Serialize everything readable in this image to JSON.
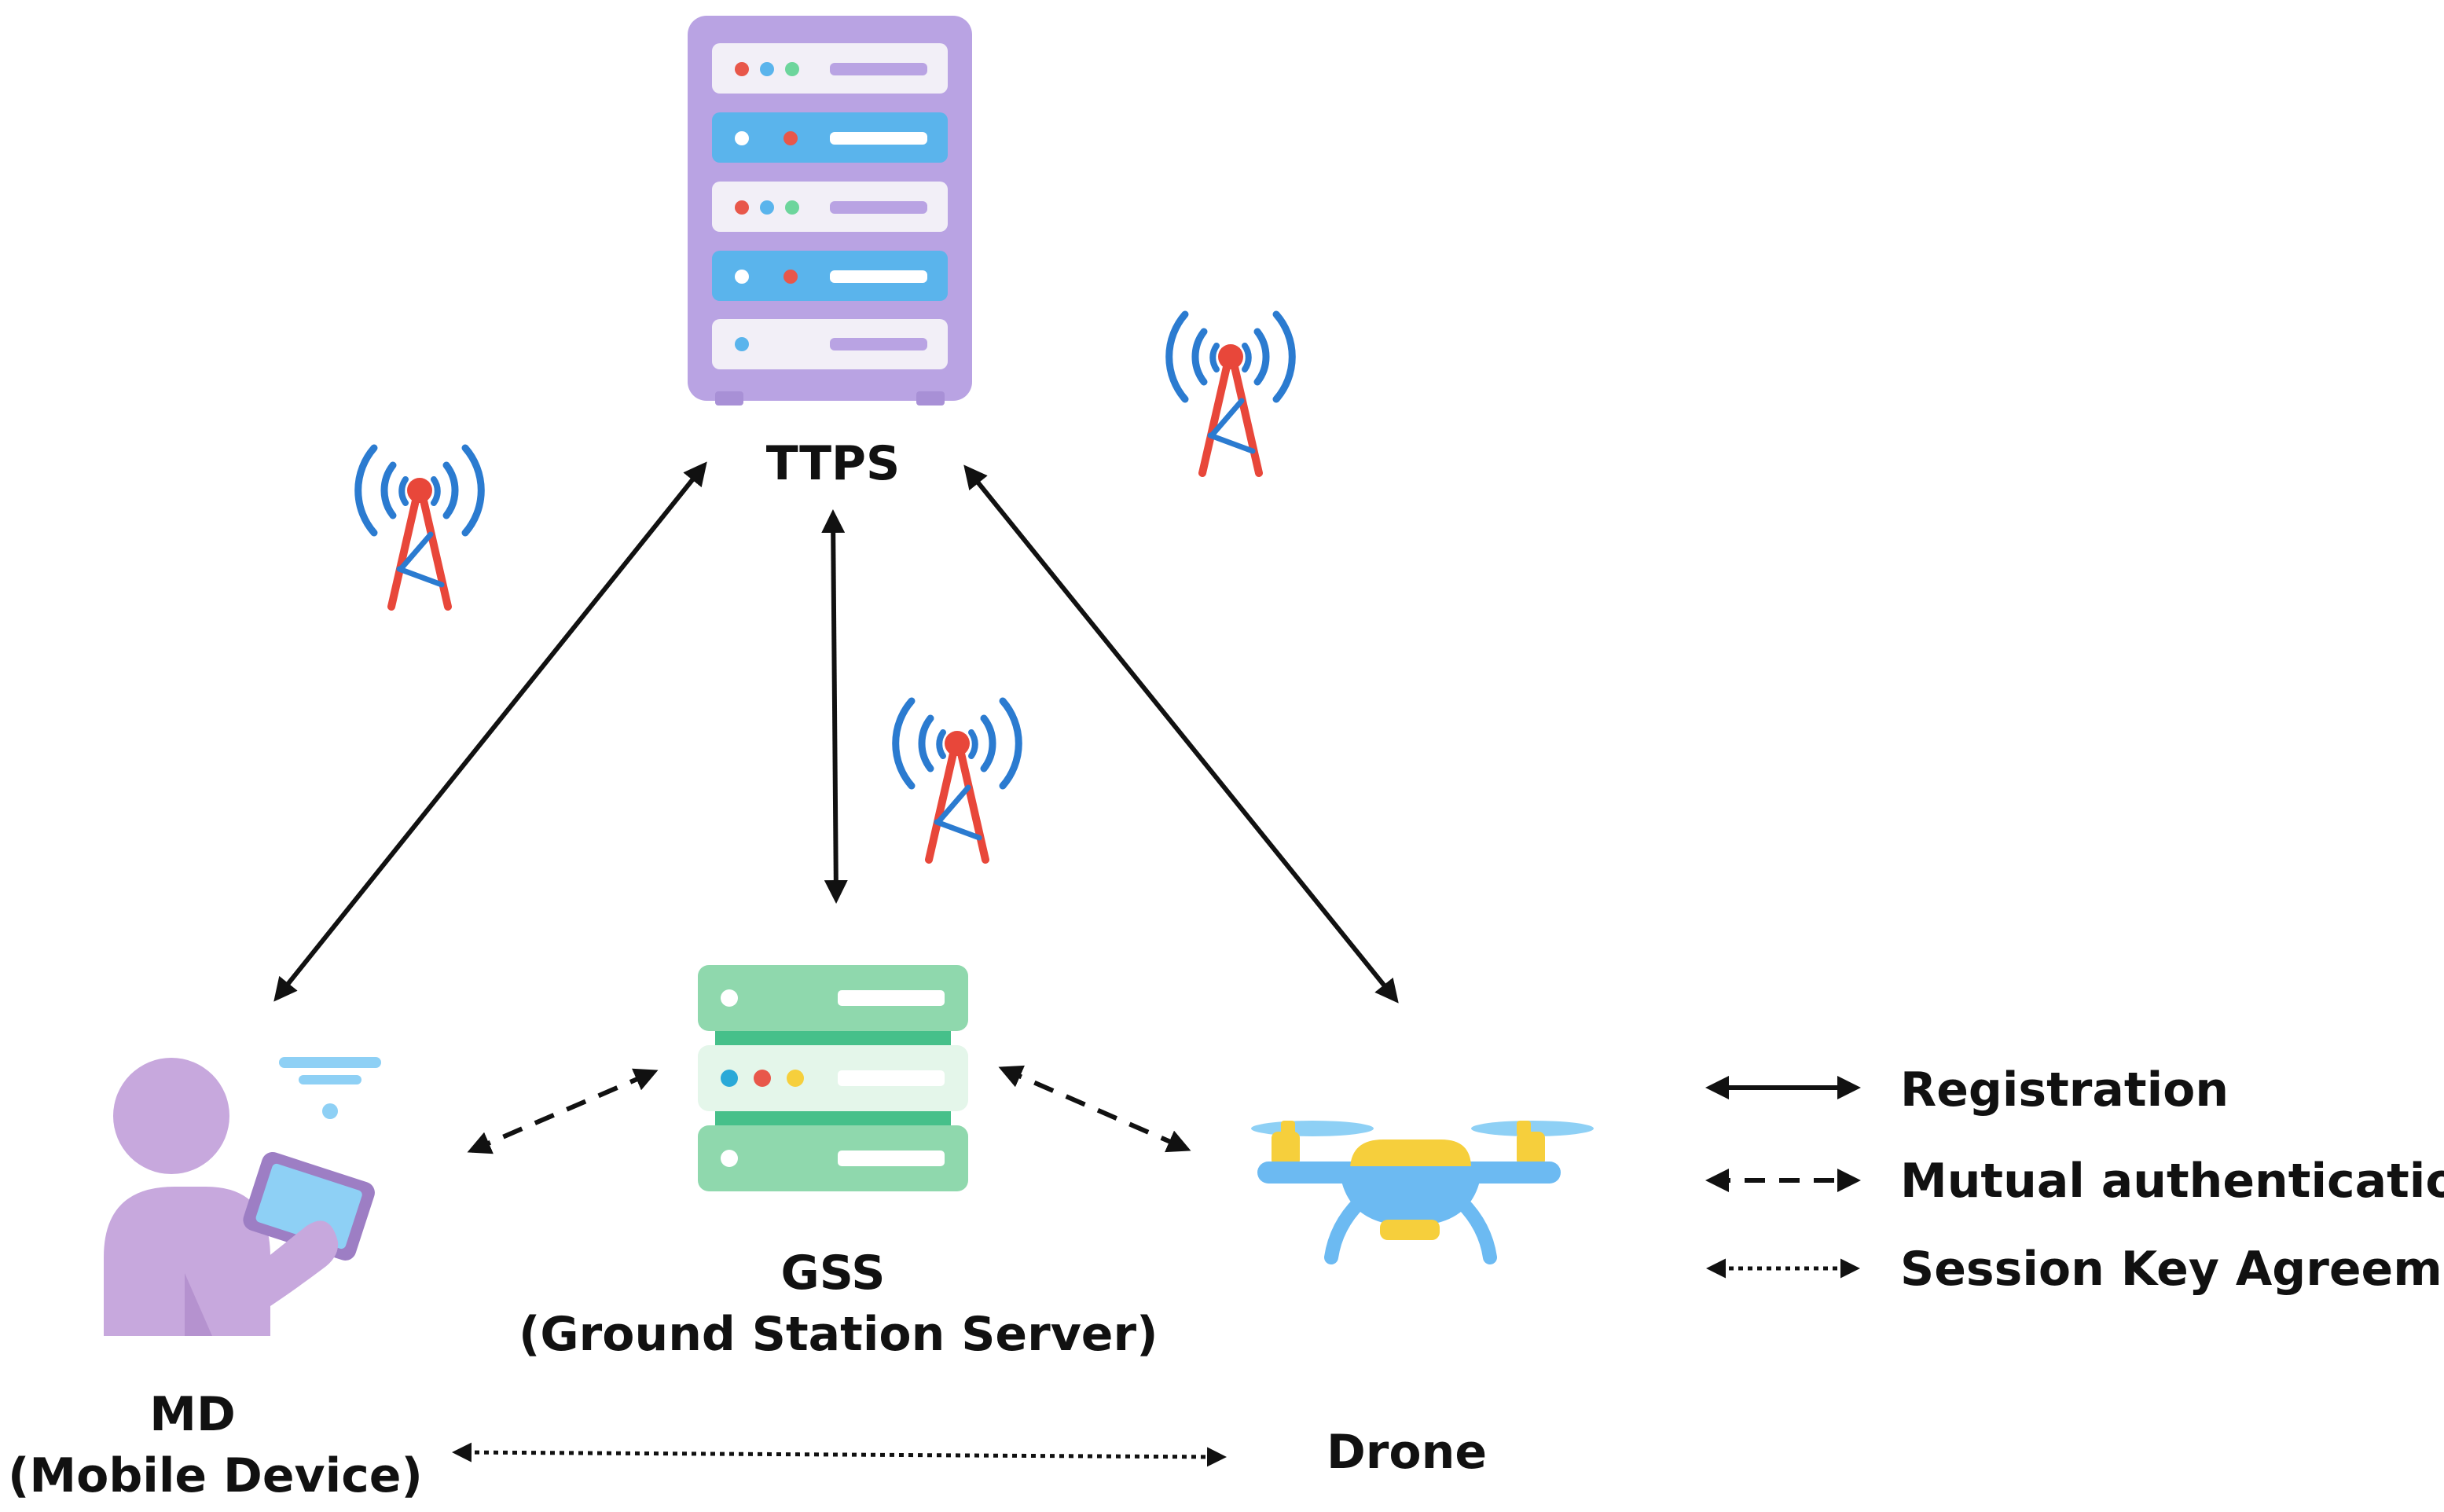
{
  "nodes": {
    "ttps": {
      "label": "TTPS"
    },
    "gss": {
      "label": "GSS",
      "sublabel": "(Ground Station Server)"
    },
    "md": {
      "label": "MD",
      "sublabel": "(Mobile Device)"
    },
    "drone": {
      "label": "Drone"
    }
  },
  "legend": {
    "items": [
      {
        "label": "Registration",
        "line_style": "solid"
      },
      {
        "label": "Mutual authentication",
        "line_style": "dashed"
      },
      {
        "label": "Session Key Agreement",
        "line_style": "dotted"
      }
    ]
  },
  "icons": {
    "server": "server-rack-icon",
    "ground_server": "ground-server-icon",
    "user": "user-with-tablet-icon",
    "drone": "quadcopter-drone-icon",
    "antenna": "antenna-tower-icon"
  },
  "colors": {
    "ttps_body": "#b9a3e3",
    "ttps_slot_white": "#f2eff7",
    "ttps_slot_blue": "#5ab4ec",
    "gss_body": "#8fd8ad",
    "gss_dark": "#46c08a",
    "person": "#c7a8dd",
    "tablet": "#9d7ec4",
    "drone_body": "#6cbaf2",
    "drone_accent": "#f6cf3c",
    "antenna_red": "#e8473a",
    "antenna_blue": "#2b7bd0",
    "line": "#111111"
  }
}
